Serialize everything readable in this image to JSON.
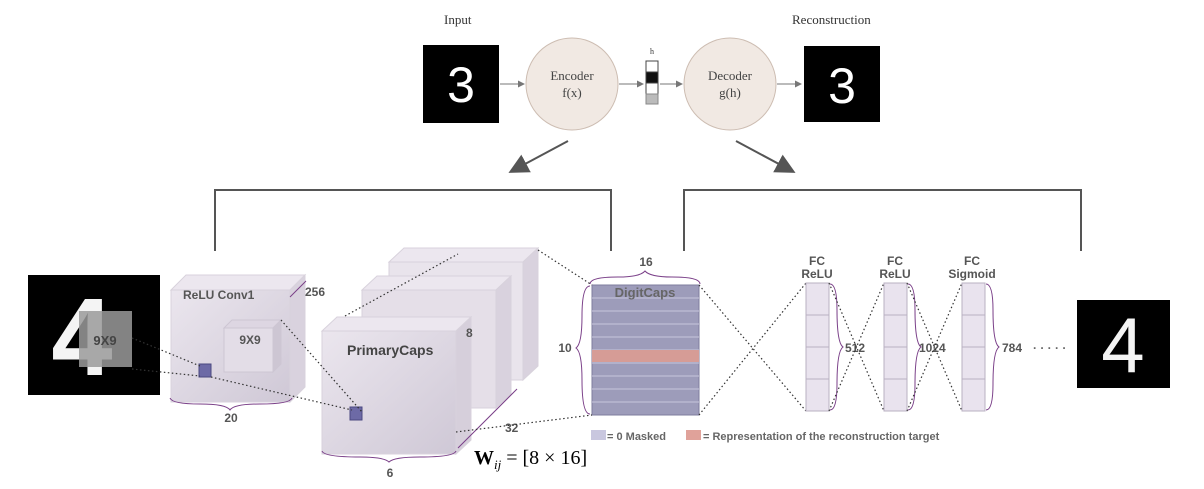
{
  "top": {
    "input_label": "Input",
    "reconstruction_label": "Reconstruction",
    "encoder_title": "Encoder",
    "encoder_func": "f(x)",
    "decoder_title": "Decoder",
    "decoder_func": "g(h)",
    "code_label": "h",
    "input_digit": "3",
    "output_digit": "3"
  },
  "encoder": {
    "input_digit": "4",
    "kernel_label": "9X9",
    "conv_title": "ReLU Conv1",
    "conv_inner_kernel": "9X9",
    "conv_depth": "256",
    "conv_width": "20",
    "primary_title": "PrimaryCaps",
    "primary_depth": "8",
    "primary_count": "32",
    "primary_width": "6",
    "digitcaps_title": "DigitCaps",
    "digitcaps_width": "16",
    "digitcaps_height": "10"
  },
  "legend": {
    "masked": "= 0 Masked",
    "target": "= Representation of the reconstruction target",
    "masked_color": "#c9c7df",
    "target_color": "#e0a29a"
  },
  "weights": {
    "symbol": "W",
    "subscript": "ij",
    "value": " = [8 × 16]"
  },
  "decoder": {
    "fc1_title": "FC",
    "fc1_act": "ReLU",
    "fc1_size": "512",
    "fc2_title": "FC",
    "fc2_act": "ReLU",
    "fc2_size": "1024",
    "fc3_title": "FC",
    "fc3_act": "Sigmoid",
    "fc3_size": "784",
    "ellipsis": "· · · · ·",
    "output_digit": "4"
  },
  "colors": {
    "circle_fill": "#f1e9e3",
    "box_fill": "#e6e0ea",
    "digitcaps_fill": "#9d9cba",
    "kernel_fill": "#6d6aa6",
    "bracket": "#7a3f88"
  }
}
